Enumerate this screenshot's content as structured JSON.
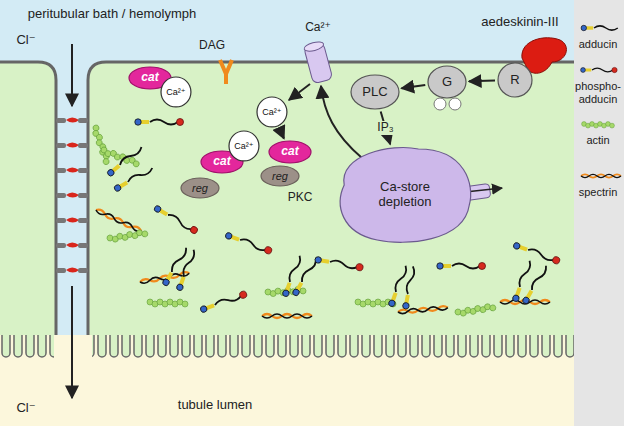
{
  "diagram": {
    "nodes": [
      {
        "text": [
          "cat"
        ]
      },
      {
        "text": [
          "Ca²⁺"
        ],
        "in": 0
      },
      {
        "text": [
          "cat"
        ]
      },
      {
        "text": [
          "Ca²⁺"
        ],
        "in": 2
      },
      {
        "text": [
          "Ca²⁺"
        ]
      },
      {
        "text": [
          "cat"
        ]
      },
      {
        "text": [
          "reg"
        ]
      },
      {
        "text": [
          "reg"
        ]
      },
      {
        "text": [
          "PLC"
        ]
      },
      {
        "text": [
          "G"
        ]
      },
      {
        "text": [
          "R"
        ]
      },
      {
        "text": [
          "Ca-store depletion"
        ]
      }
    ],
    "edges": [
      {
        "from": 10,
        "to": 9,
        "arrow": "to"
      },
      {
        "from": 9,
        "to": 8,
        "arrow": "to"
      },
      {
        "from": 8,
        "to": 11,
        "label": "IP₃",
        "arrow": "to"
      },
      {
        "from": 4,
        "to": 5,
        "arrow": "to"
      }
    ],
    "labels": [
      "peritubular bath / hemolymph",
      "Ca²⁺",
      "DAG",
      "aedeskinin-III",
      "PKC",
      "Cl⁻",
      "Cl⁻",
      "tubule lumen"
    ],
    "legend": [
      {
        "text": "adducin"
      },
      {
        "text": "phospho-adducin"
      },
      {
        "text": "actin"
      },
      {
        "text": "spectrin"
      }
    ]
  }
}
